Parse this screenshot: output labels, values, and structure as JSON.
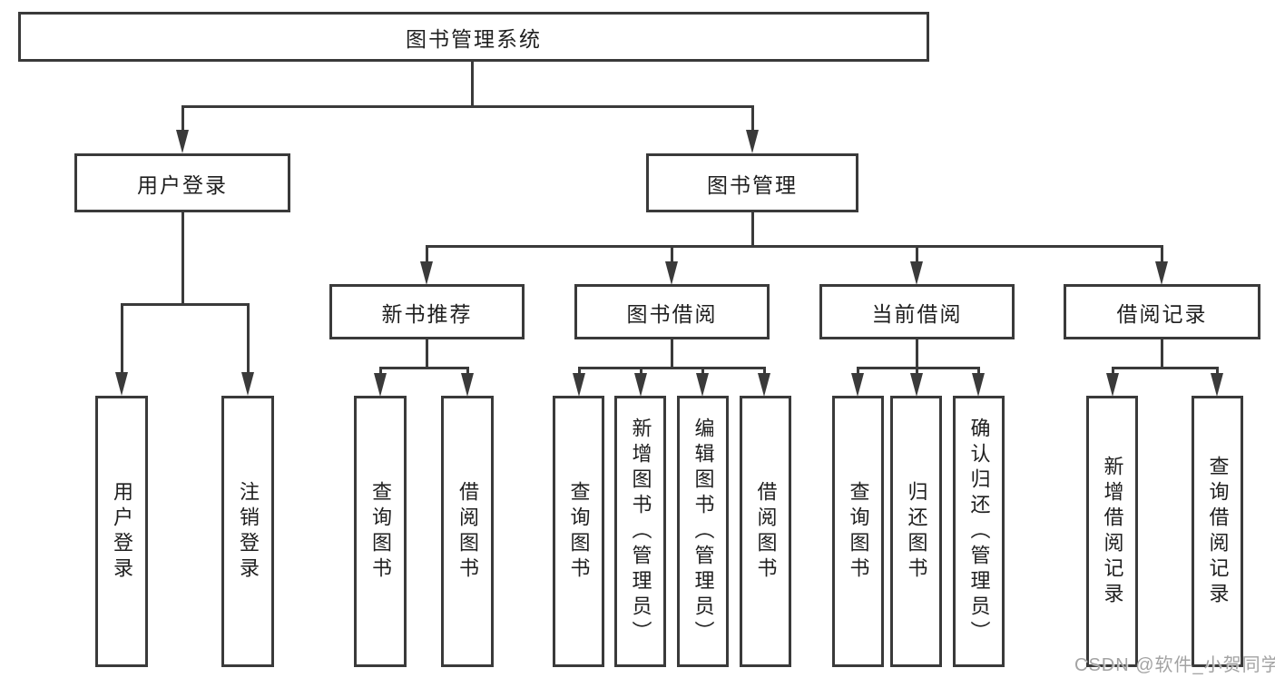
{
  "colors": {
    "line": "#3a3a3a",
    "text": "#1f1f1f",
    "background": "#ffffff",
    "watermark": "#a3a3a3"
  },
  "nodes": {
    "root": "图书管理系统",
    "user_login": "用户登录",
    "book_mgmt": "图书管理",
    "new_book_rec": "新书推荐",
    "book_borrow": "图书借阅",
    "current_borrow": "当前借阅",
    "borrow_record": "借阅记录",
    "leaf_user_login": "用户登录",
    "leaf_logout": "注销登录",
    "leaf_rec_query": "查询图书",
    "leaf_rec_borrow": "借阅图书",
    "leaf_bb_query": "查询图书",
    "leaf_bb_add": "新增图书（管理员）",
    "leaf_bb_edit": "编辑图书（管理员）",
    "leaf_bb_borrow": "借阅图书",
    "leaf_cb_query": "查询图书",
    "leaf_cb_return": "归还图书",
    "leaf_cb_confirm": "确认归还（管理员）",
    "leaf_br_add": "新增借阅记录",
    "leaf_br_query": "查询借阅记录"
  },
  "tree": {
    "label": "图书管理系统",
    "children": [
      {
        "label": "用户登录",
        "children": [
          {
            "label": "用户登录"
          },
          {
            "label": "注销登录"
          }
        ]
      },
      {
        "label": "图书管理",
        "children": [
          {
            "label": "新书推荐",
            "children": [
              {
                "label": "查询图书"
              },
              {
                "label": "借阅图书"
              }
            ]
          },
          {
            "label": "图书借阅",
            "children": [
              {
                "label": "查询图书"
              },
              {
                "label": "新增图书（管理员）"
              },
              {
                "label": "编辑图书（管理员）"
              },
              {
                "label": "借阅图书"
              }
            ]
          },
          {
            "label": "当前借阅",
            "children": [
              {
                "label": "查询图书"
              },
              {
                "label": "归还图书"
              },
              {
                "label": "确认归还（管理员）"
              }
            ]
          },
          {
            "label": "借阅记录",
            "children": [
              {
                "label": "新增借阅记录"
              },
              {
                "label": "查询借阅记录"
              }
            ]
          }
        ]
      }
    ]
  },
  "watermark": {
    "text": "CSDN @软件_小贺同学"
  }
}
